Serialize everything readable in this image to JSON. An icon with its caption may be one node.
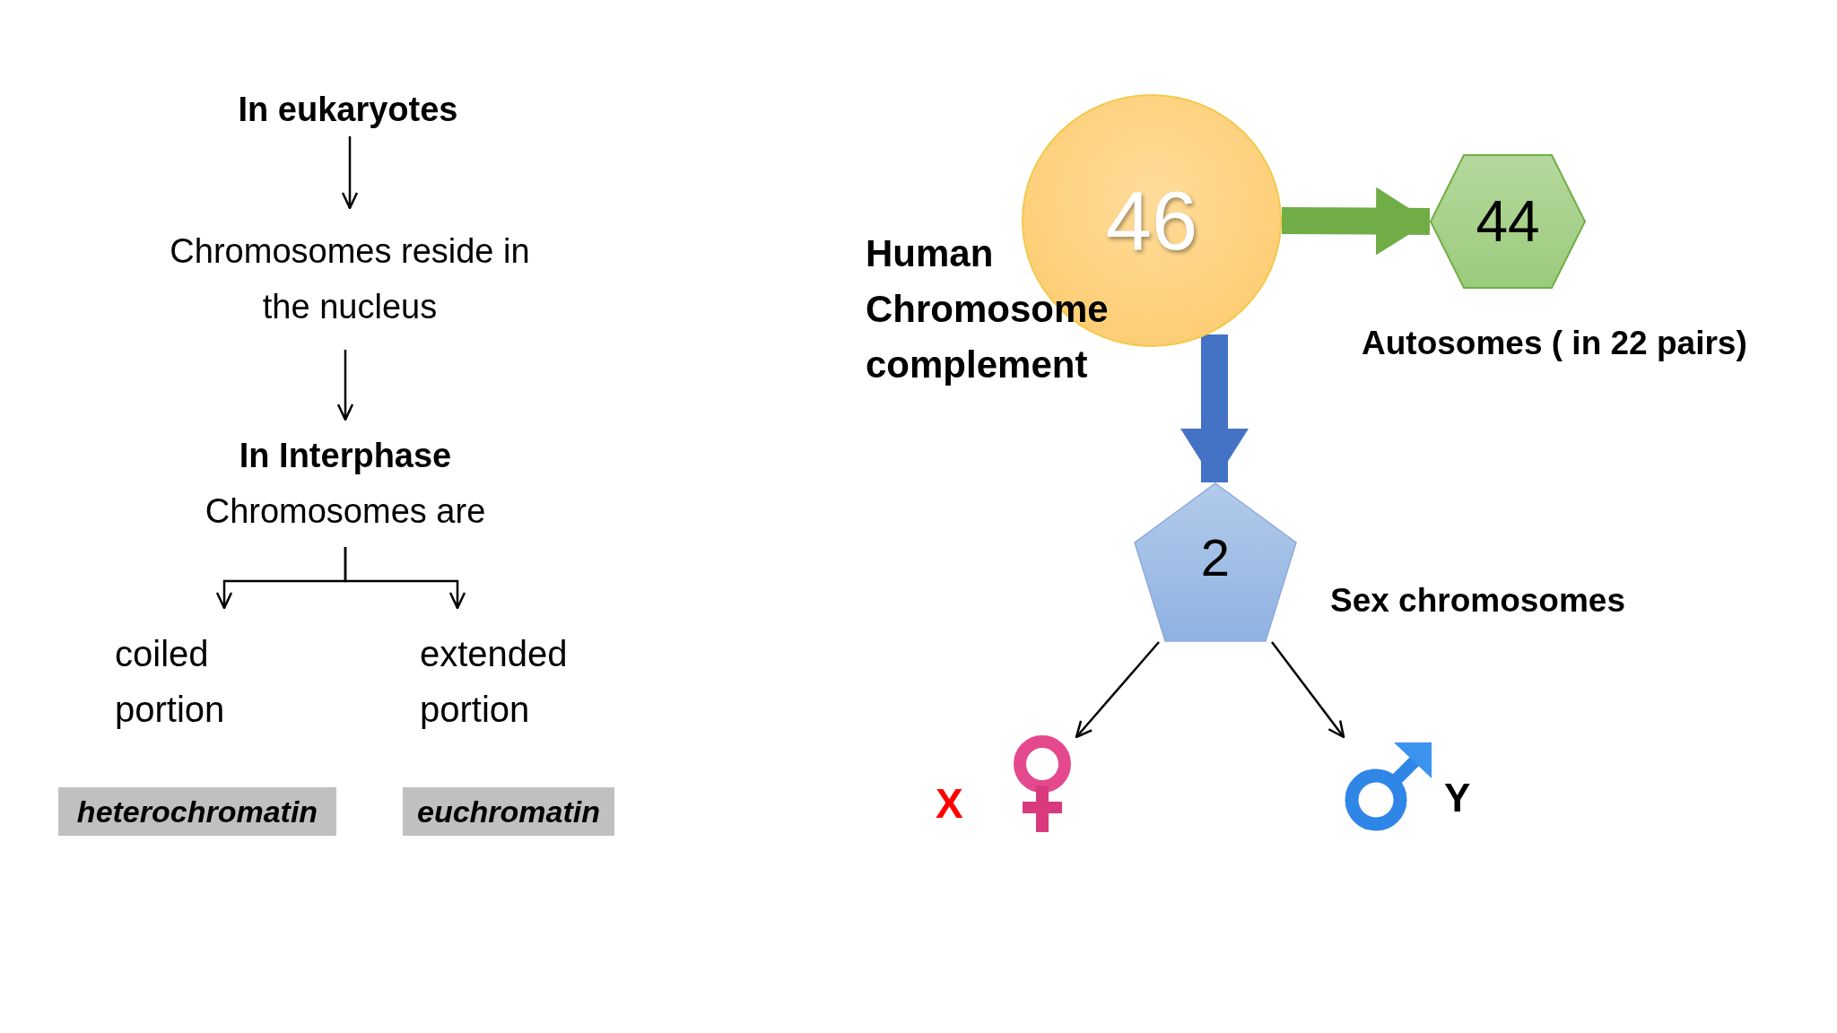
{
  "diagram": {
    "nodes": [
      {
        "text": [
          "In eukaryotes"
        ]
      },
      {
        "text": [
          "Chromosomes reside in the nucleus"
        ]
      },
      {
        "text": [
          "In Interphase",
          "Chromosomes are"
        ]
      },
      {
        "text": [
          "coiled portion"
        ]
      },
      {
        "text": [
          "extended portion"
        ]
      },
      {
        "text": [
          "heterochromatin"
        ]
      },
      {
        "text": [
          "euchromatin"
        ]
      },
      {
        "text": [
          "46"
        ],
        "beside": [
          "Human Chromosome complement"
        ]
      },
      {
        "text": [
          "44"
        ],
        "beside": [
          "Autosomes ( in 22 pairs)"
        ]
      },
      {
        "text": [
          "2"
        ],
        "beside": [
          "Sex chromosomes"
        ]
      },
      {
        "text": [],
        "shape": "icon",
        "beside": [
          "X"
        ]
      },
      {
        "text": [],
        "shape": "icon",
        "beside": [
          "Y"
        ]
      }
    ],
    "edges": [
      {
        "from": 0,
        "to": 1,
        "arrow": "to"
      },
      {
        "from": 1,
        "to": 2,
        "arrow": "to"
      },
      {
        "from": 2,
        "to": 3,
        "arrow": "to"
      },
      {
        "from": 2,
        "to": 4,
        "arrow": "to"
      },
      {
        "from": 7,
        "to": 8,
        "arrow": "to",
        "style": "thick",
        "color": "#70ad47"
      },
      {
        "from": 7,
        "to": 9,
        "arrow": "to",
        "style": "thick",
        "color": "#4472c4"
      },
      {
        "from": 9,
        "to": 10,
        "arrow": "to"
      },
      {
        "from": 9,
        "to": 11,
        "arrow": "to"
      }
    ]
  }
}
